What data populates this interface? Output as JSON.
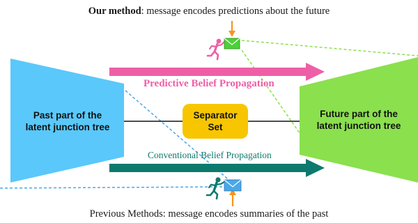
{
  "top_caption": {
    "bold": "Our method",
    "rest": ": message encodes predictions about the future"
  },
  "bottom_caption": "Previous Methods: message encodes summaries of the past",
  "left_block": {
    "line1": "Past part of the",
    "line2": "latent junction tree",
    "color": "#5ac8fa"
  },
  "right_block": {
    "line1": "Future part of the",
    "line2": "latent junction tree",
    "color": "#8be04e"
  },
  "separator": {
    "line1": "Separator",
    "line2": "Set",
    "color": "#f7c600"
  },
  "predictive_arrow": {
    "label": "Predictive Belief Propagation",
    "color": "#ee5fa7"
  },
  "conventional_arrow": {
    "label": "Conventional Belief Propagation",
    "color": "#0e7a6e"
  },
  "messenger_top": {
    "icon": "running-person-envelope-icon",
    "person_color": "#ee5fa7",
    "envelope_color": "#4cd137"
  },
  "messenger_bottom": {
    "icon": "running-person-envelope-icon",
    "person_color": "#0e7a6e",
    "envelope_color": "#4aa8e8"
  },
  "pointer_color": "#f7941d"
}
